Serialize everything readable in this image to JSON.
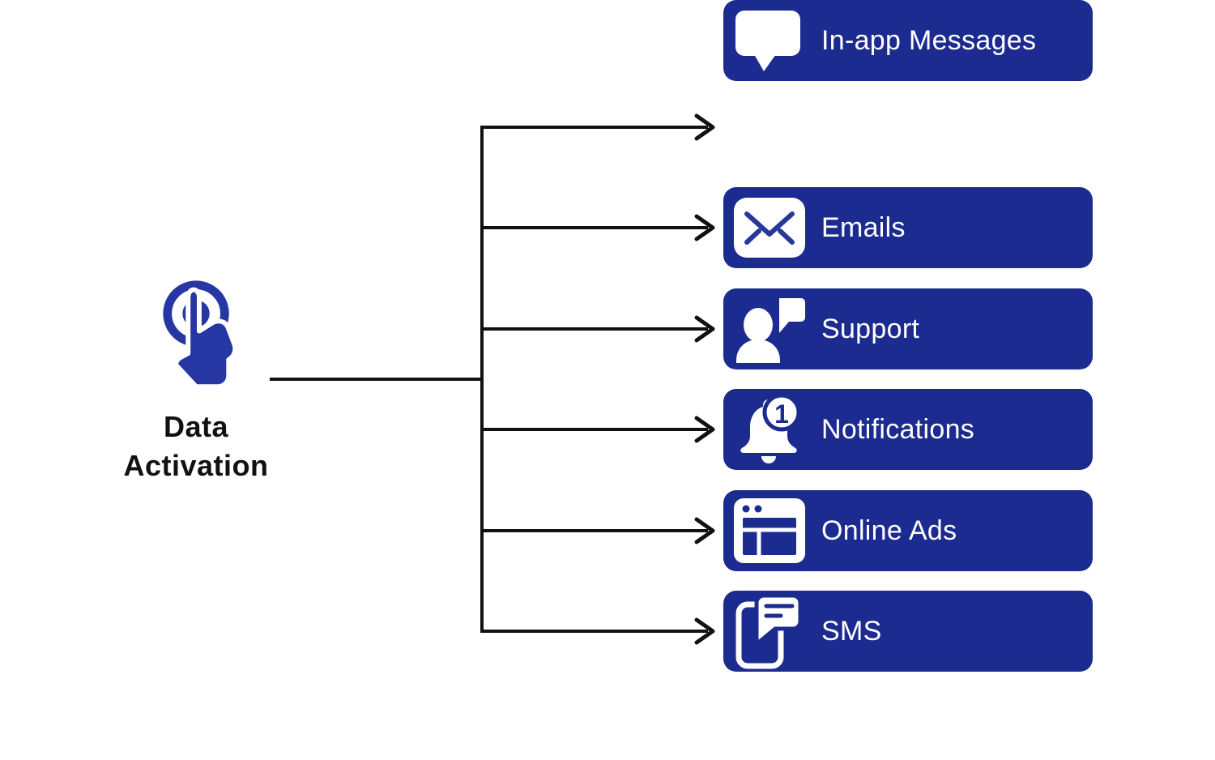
{
  "source": {
    "icon": "touch-tap-icon",
    "label": "Data Activation",
    "label_line1": "Data",
    "label_line2": "Activation"
  },
  "channels": [
    {
      "label": "Emails",
      "icon": "email-envelope-icon"
    },
    {
      "label": "Support",
      "icon": "support-person-chat-icon"
    },
    {
      "label": "Notifications",
      "icon": "notification-bell-icon",
      "badge": "1"
    },
    {
      "label": "Online Ads",
      "icon": "browser-window-icon"
    },
    {
      "label": "SMS",
      "icon": "phone-message-icon"
    },
    {
      "label": "In-app Messages",
      "icon": "speech-bubble-icon"
    }
  ],
  "connectors": {
    "style": "black elbow lines with open chevron arrowheads",
    "from": "Data Activation",
    "to": [
      "Emails",
      "Support",
      "Notifications",
      "Online Ads",
      "SMS",
      "In-app Messages"
    ]
  },
  "colors": {
    "background": "#ffffff",
    "box_fill": "#1c2b8f",
    "icon_accent": "#2637a3",
    "box_text": "#ffffff",
    "title_text": "#111111",
    "connector_line": "#111111"
  }
}
